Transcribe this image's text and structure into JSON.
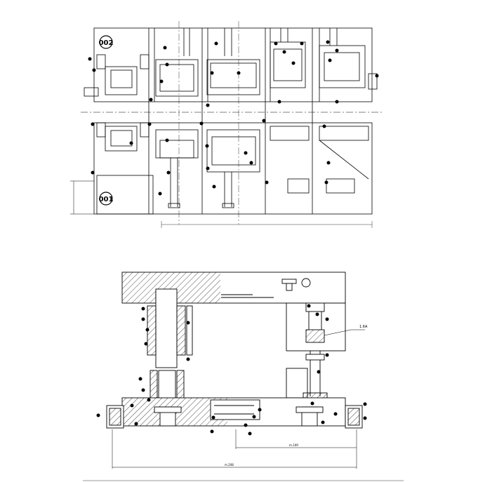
{
  "drawing": {
    "top_view": {
      "label_upper": "002",
      "label_lower": "001"
    },
    "section_view": {
      "annotation": "1.6A"
    },
    "dimensions": {
      "short": "m.109",
      "long": "m.208"
    },
    "colors": {
      "line": "#000000",
      "background": "#ffffff"
    }
  }
}
